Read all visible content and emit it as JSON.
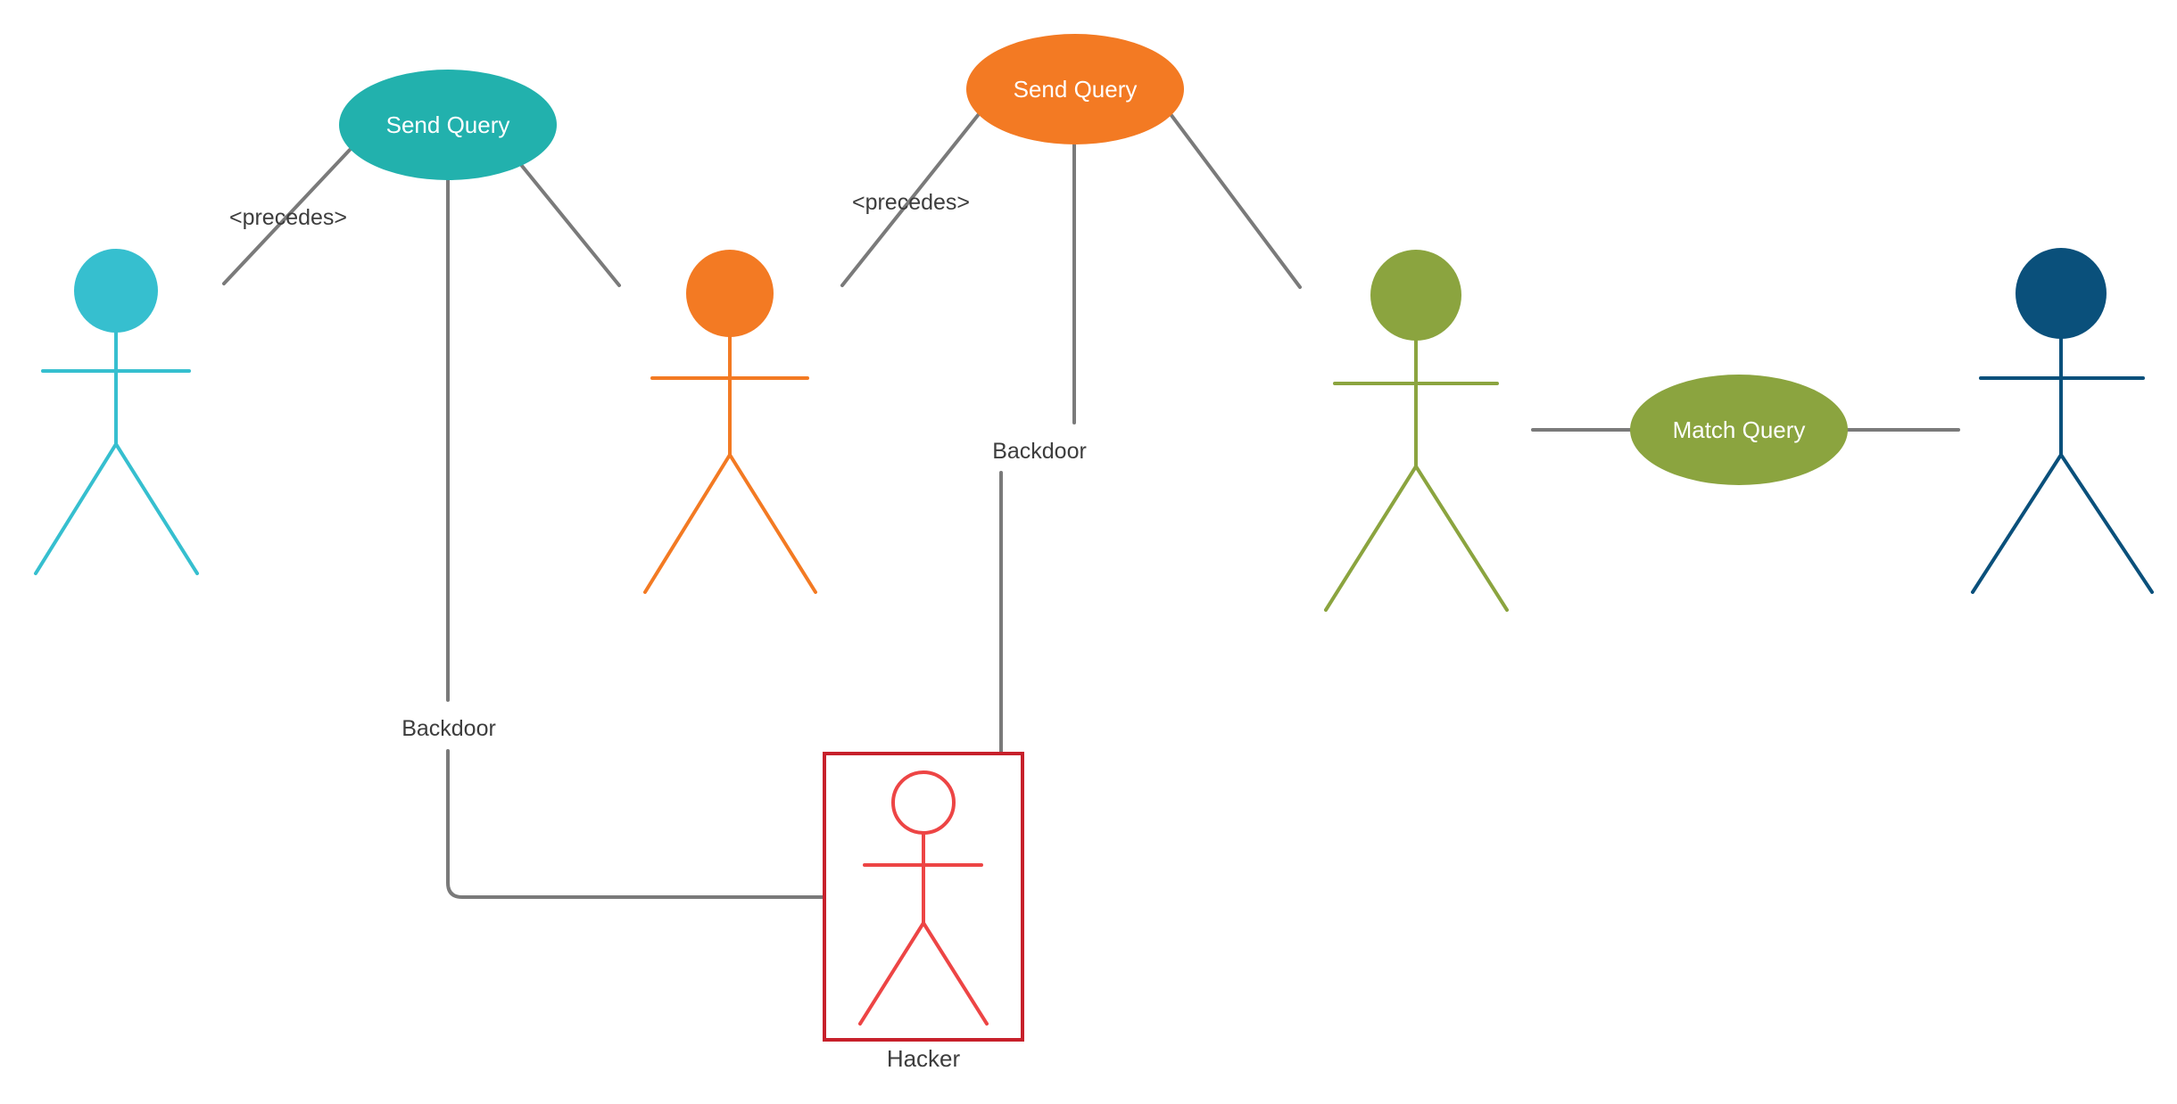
{
  "colors": {
    "connector": "#7a7a7a",
    "actor_1": "#36bfcf",
    "actor_2": "#f37a23",
    "actor_3": "#8ba43f",
    "actor_4": "#0a507b",
    "hacker": "#ed4545",
    "hacker_frame": "#c7202b",
    "usecase_1": "#22b1ad",
    "usecase_2": "#f37a23",
    "usecase_3": "#8ba43f"
  },
  "use_cases": [
    {
      "label": "Send Query",
      "color_key": "usecase_1"
    },
    {
      "label": "Send Query",
      "color_key": "usecase_2"
    },
    {
      "label": "Match Query",
      "color_key": "usecase_3"
    }
  ],
  "connector_labels": {
    "precedes_1": "<precedes>",
    "precedes_2": "<precedes>",
    "backdoor_1": "Backdoor",
    "backdoor_2": "Backdoor"
  },
  "actors": [
    {
      "id": "actor-1",
      "color_key": "actor_1",
      "caption": ""
    },
    {
      "id": "actor-2",
      "color_key": "actor_2",
      "caption": ""
    },
    {
      "id": "actor-3",
      "color_key": "actor_3",
      "caption": ""
    },
    {
      "id": "actor-4",
      "color_key": "actor_4",
      "caption": ""
    },
    {
      "id": "hacker",
      "color_key": "hacker",
      "caption": "Hacker"
    }
  ],
  "icons": {
    "actor": "stick-figure-icon"
  }
}
